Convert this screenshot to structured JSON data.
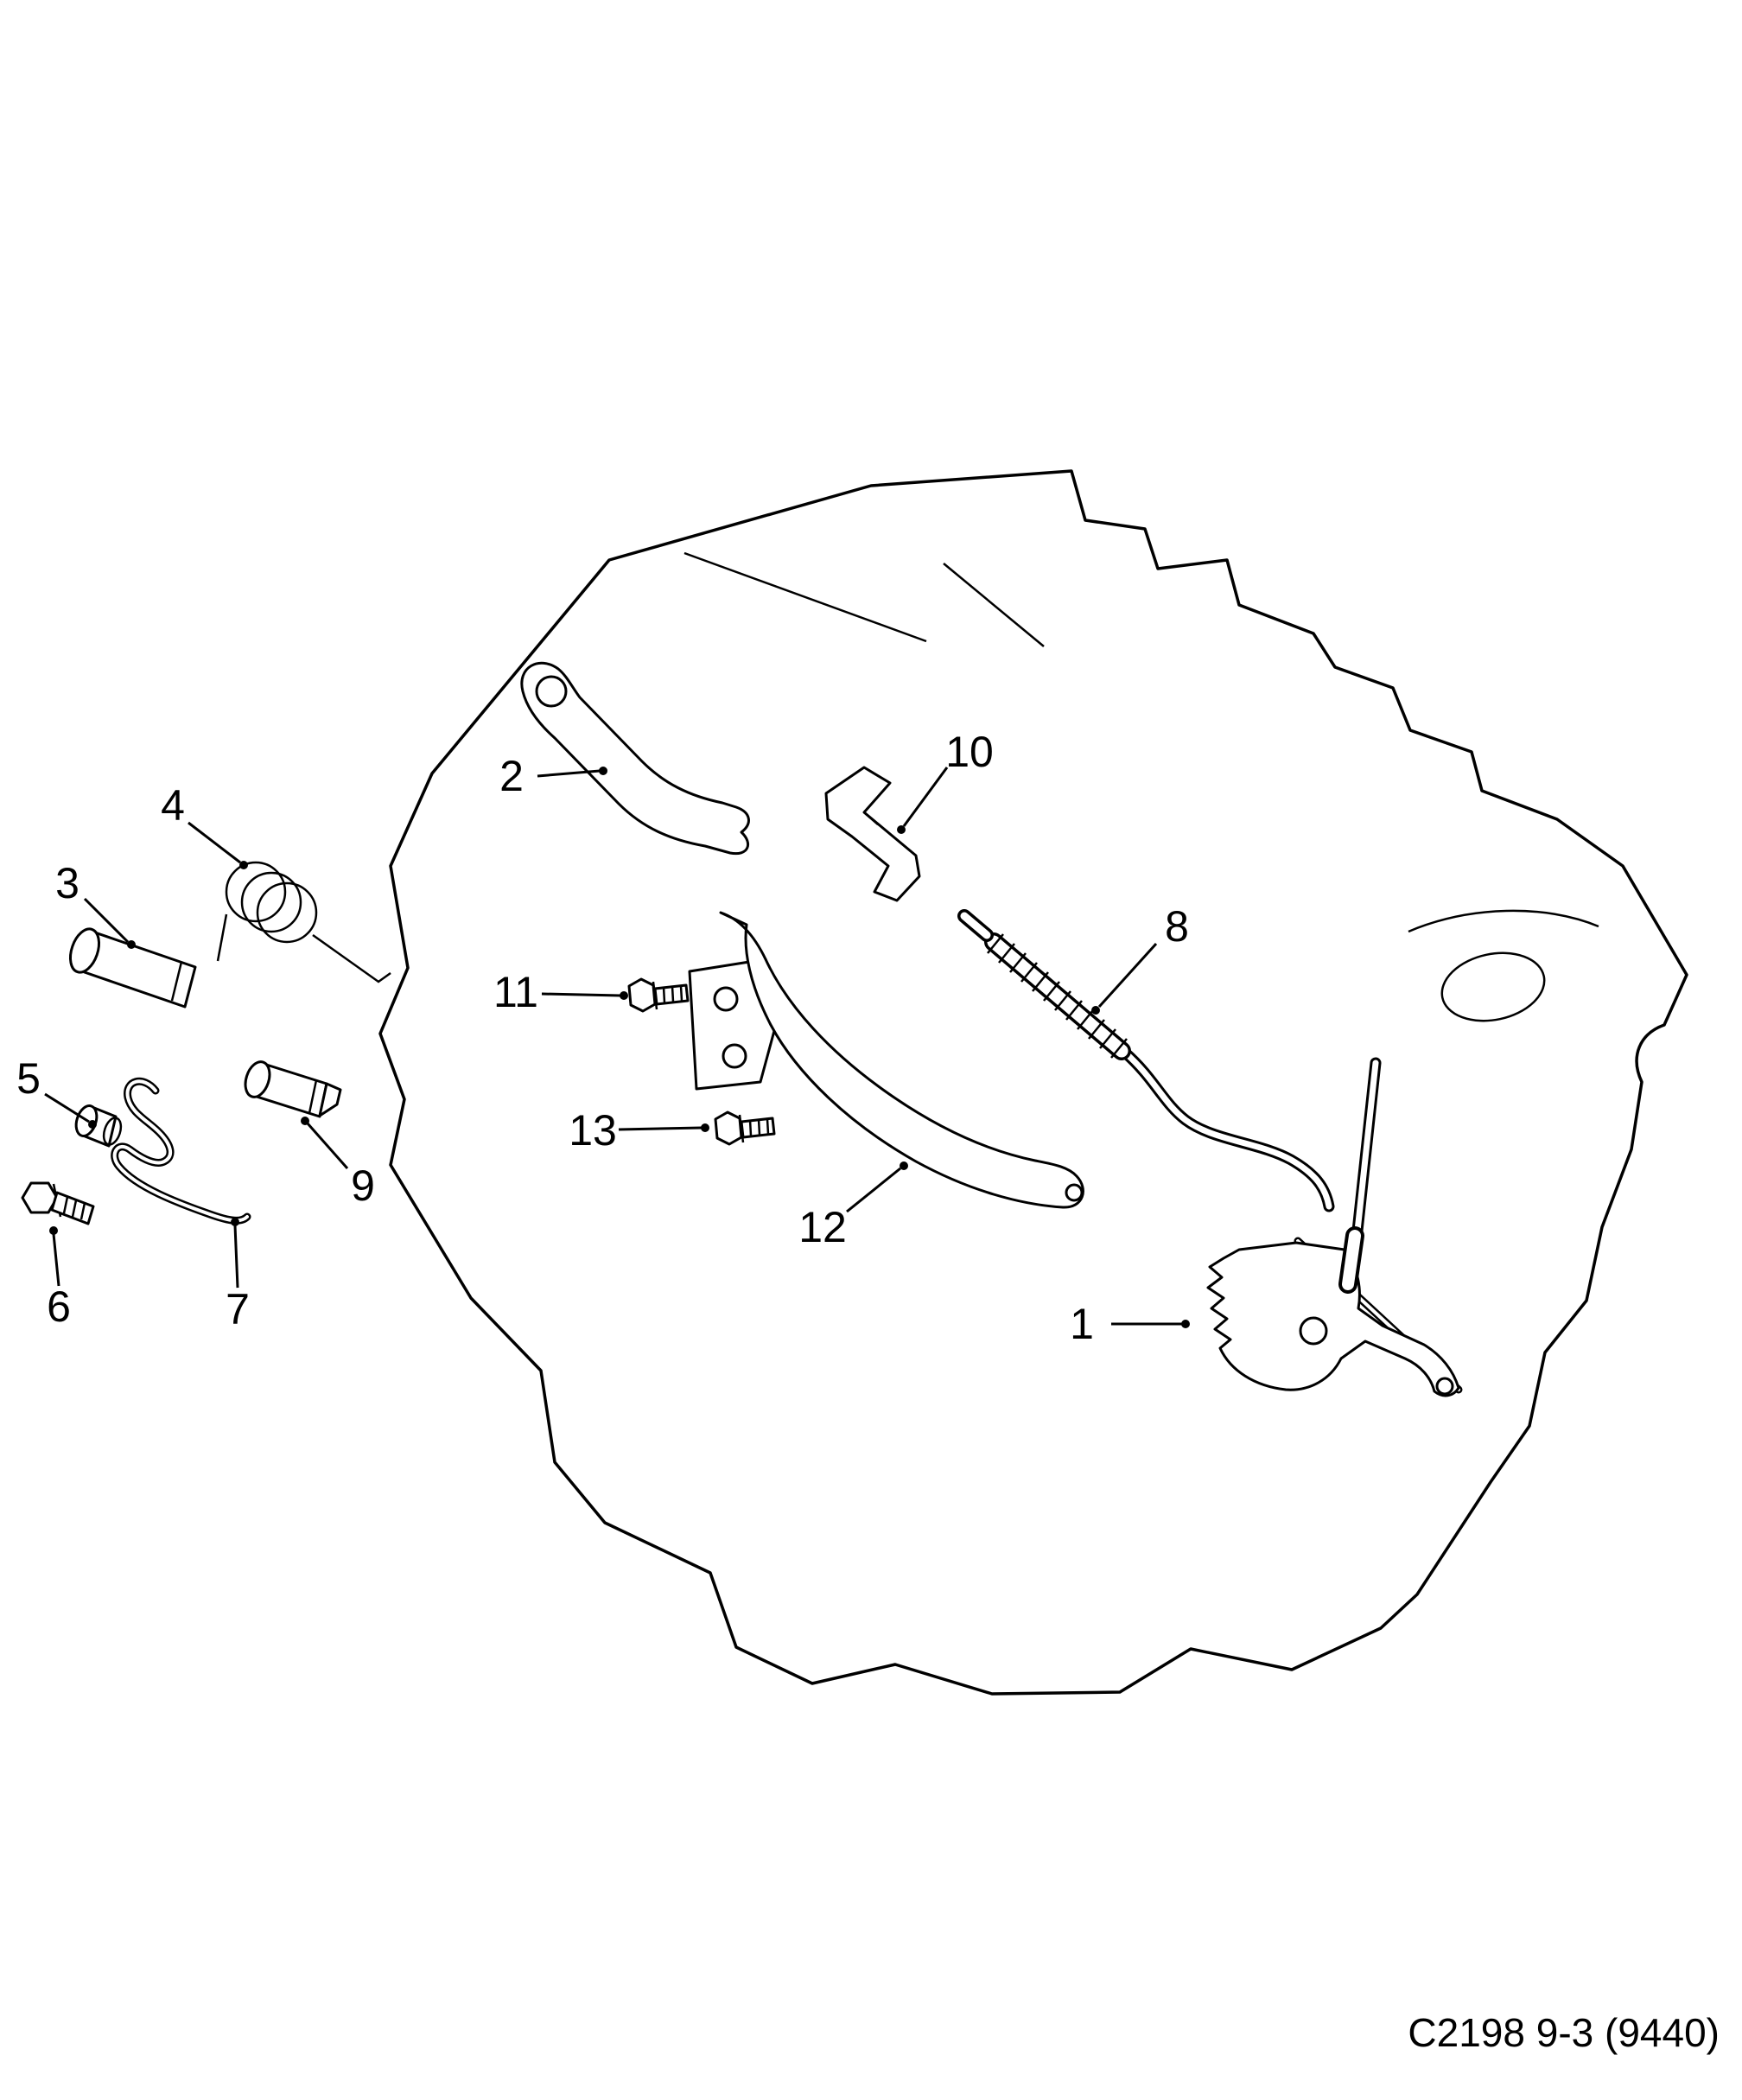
{
  "diagram": {
    "caption": "C2198 9-3 (9440)",
    "background_color": "#ffffff",
    "line_color": "#000000",
    "callouts": [
      {
        "label": "1"
      },
      {
        "label": "2"
      },
      {
        "label": "3"
      },
      {
        "label": "4"
      },
      {
        "label": "5"
      },
      {
        "label": "6"
      },
      {
        "label": "7"
      },
      {
        "label": "8"
      },
      {
        "label": "9"
      },
      {
        "label": "10"
      },
      {
        "label": "11"
      },
      {
        "label": "12"
      },
      {
        "label": "13"
      }
    ]
  }
}
